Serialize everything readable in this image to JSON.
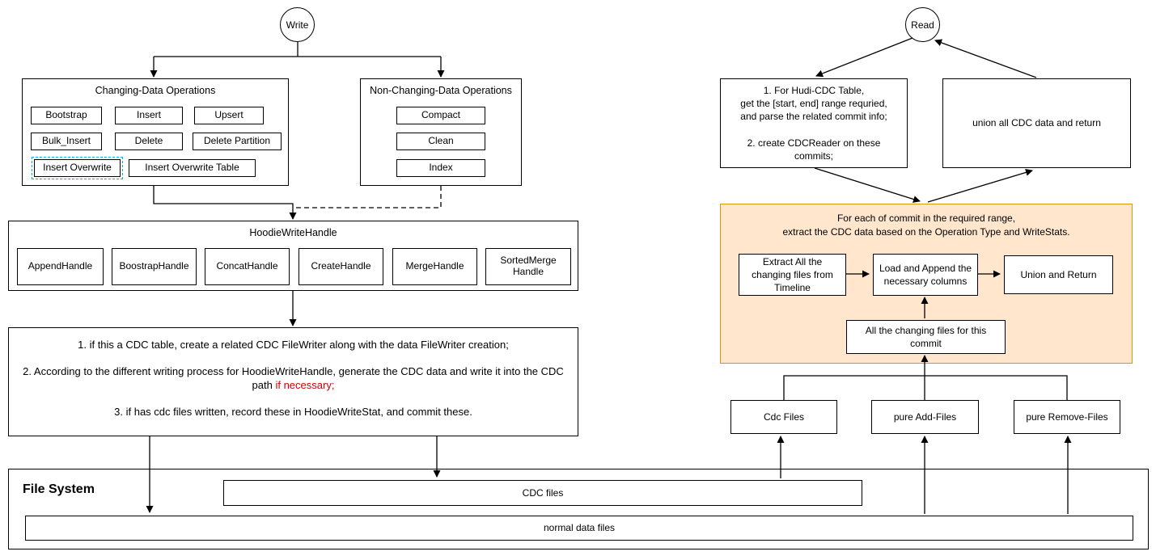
{
  "colors": {
    "orange_fill": "#ffe6cc",
    "orange_stroke": "#d79b00",
    "highlight_red": "#cc0000",
    "selection_blue": "#00b0ff",
    "line_black": "#000000"
  },
  "write": {
    "node": "Write",
    "changing": {
      "title": "Changing-Data Operations",
      "ops": [
        "Bootstrap",
        "Insert",
        "Upsert",
        "Bulk_Insert",
        "Delete",
        "Delete Partition",
        "Insert  Overwrite",
        "Insert  Overwrite Table"
      ]
    },
    "non_changing": {
      "title": "Non-Changing-Data Operations",
      "ops": [
        "Compact",
        "Clean",
        "Index"
      ]
    },
    "write_handle": {
      "title": "HoodieWriteHandle",
      "handles": [
        "AppendHandle",
        "BoostrapHandle",
        "ConcatHandle",
        "CreateHandle",
        "MergeHandle",
        "SortedMerge\nHandle"
      ]
    },
    "steps": {
      "line1": "1. if this a CDC table, create a related CDC FileWriter along with the data FileWriter creation;",
      "line2_prefix": "2. According to the different writing process for HoodieWriteHandle, generate the CDC data and write it into the CDC path ",
      "line2_red": "if necessary;",
      "line3": "3. if has cdc files written, record these in HoodieWriteStat, and commit these."
    }
  },
  "read": {
    "node": "Read",
    "range_box": "1. For Hudi-CDC Table,\nget the [start, end] range requried,\nand parse the related commit info;\n\n2. create CDCReader on these\ncommits;",
    "union_box": "union all CDC data and return",
    "per_commit": {
      "title": "For each of commit in the required range,\nextract the CDC data based on the Operation Type and WriteStats.",
      "extract": "Extract All the\nchanging files from\nTimeline",
      "load": "Load and Append the\nnecessary columns",
      "union": "Union and Return",
      "changing_files": "All the changing files for this\ncommit"
    },
    "file_groups": [
      "Cdc Files",
      "pure Add-Files",
      "pure Remove-Files"
    ]
  },
  "file_system": {
    "title": "File System",
    "cdc_files": "CDC files",
    "normal_files": "normal data files"
  }
}
